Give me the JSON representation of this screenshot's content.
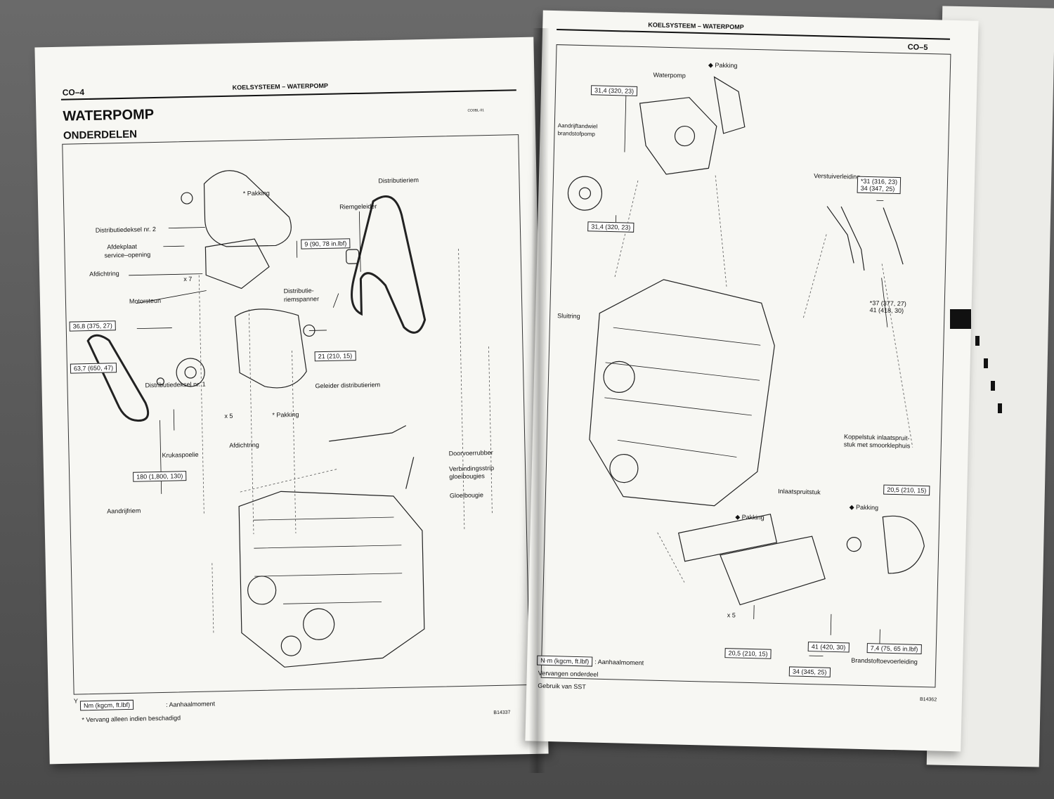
{
  "left_page": {
    "page_code": "CO–4",
    "header": "KOELSYSTEEM – WATERPOMP",
    "title": "WATERPOMP",
    "small_ref": "CO0BL-01",
    "subtitle": "ONDERDELEN",
    "labels": {
      "pakking_top": "* Pakking",
      "distributiedeksel2": "Distributiedeksel nr. 2",
      "afdekplaat": "Afdekplaat",
      "service_opening": "service–opening",
      "afdichtring1": "Afdichtring",
      "x7": "x 7",
      "motorsteun": "Motorsteun",
      "distributieriem": "Distributieriem",
      "riemgeleider": "Riemgeleider",
      "distributie_riemspanner_1": "Distributie-",
      "distributie_riemspanner_2": "riemspanner",
      "distributiedeksel1": "Distributiedeksel nr. 1",
      "geleider": "Geleider distributieriem",
      "pakking_mid": "* Pakking",
      "x5": "x 5",
      "afdichtring2": "Afdichtring",
      "krukaspoelie": "Krukaspoelie",
      "aandrijfriem": "Aandrijfriem",
      "doorvoerrubber": "Doorvoerrubber",
      "verbindingsstrip_1": "Verbindingsstrip",
      "verbindingsstrip_2": "gloeibougies",
      "gloeibougie": "Gloeibougie"
    },
    "torque_boxes": {
      "t1": "9 (90, 78 in.lbf)",
      "t2": "36,8 (375, 27)",
      "t3": "63,7 (650, 47)",
      "t4": "21 (210, 15)",
      "t5": "180 (1,800, 130)"
    },
    "legend_box": "Nm (kgcm, ft.lbf)",
    "legend_text": ": Aanhaalmoment",
    "footnote": "* Vervang alleen indien beschadigd",
    "figure_code": "B14337",
    "corner_mark": "Y"
  },
  "right_page": {
    "header": "KOELSYSTEEM – WATERPOMP",
    "page_code": "CO–5",
    "labels": {
      "waterpomp": "Waterpomp",
      "pakking_top": "◆ Pakking",
      "aandrijf_1": "Aandrijftandwiel",
      "aandrijf_2": "brandstofpomp",
      "verstuiverleiding": "Verstuiverleiding",
      "sluitring": "Sluitring",
      "pakking_mid": "◆ Pakking",
      "inlaatspruitstuk": "Inlaatspruitstuk",
      "pakking_low": "◆ Pakking",
      "koppelstuk_1": "Koppelstuk inlaatspruit-",
      "koppelstuk_2": "stuk met smoorklephuis",
      "x5": "x 5",
      "brandstof": "Brandstoftoevoerleiding"
    },
    "torque_boxes": {
      "t1": "31,4 (320, 23)",
      "t2": "31,4 (320, 23)",
      "t3a": "*31 (316, 23)",
      "t3b": "34 (347, 25)",
      "t4a": "*37 (377, 27)",
      "t4b": "41 (418, 30)",
      "t5": "20,5 (210, 15)",
      "t6": "41 (420, 30)",
      "t7": "7,4 (75, 65 in.lbf)",
      "t8": "20,5 (210, 15)",
      "t9": "34 (345, 25)"
    },
    "legend_box": "N·m (kgcm, ft.lbf)",
    "legend_text": ": Aanhaalmoment",
    "legend_2": "Vervangen onderdeel",
    "legend_3": "Gebruik van SST",
    "figure_code": "B14362"
  }
}
